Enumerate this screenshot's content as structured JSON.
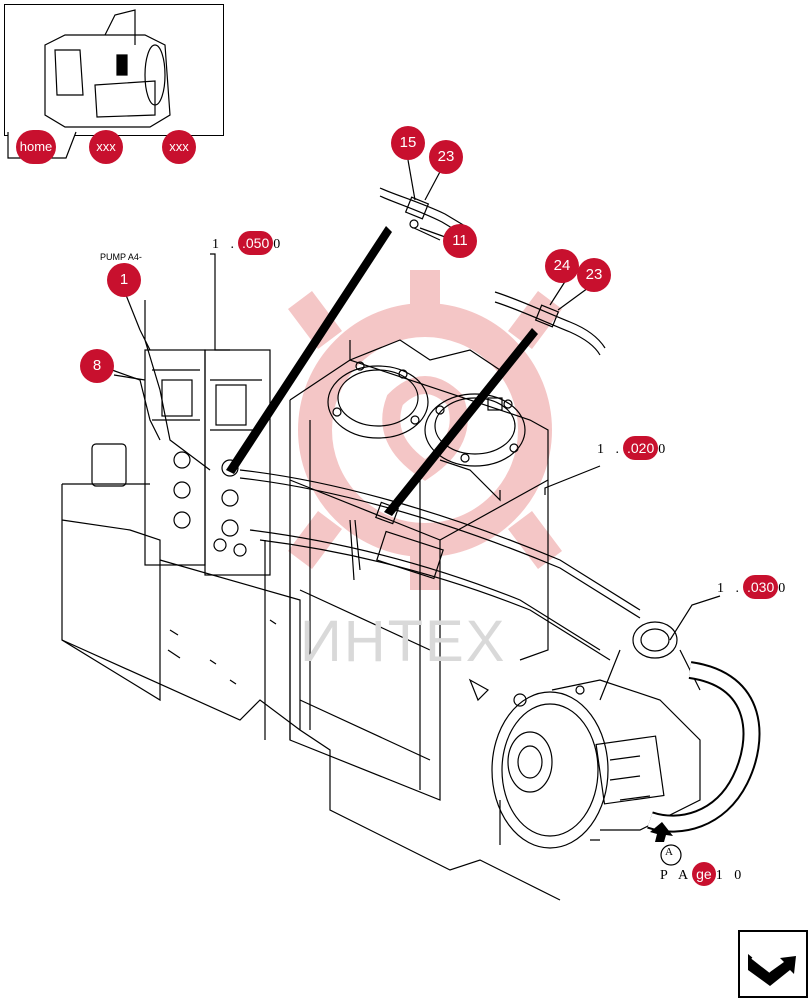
{
  "thumbnail_nav": {
    "home_label": "home",
    "nav1_label": "xxx",
    "nav2_label": "xxx"
  },
  "pump_label": "PUMP A4-",
  "callouts": {
    "c1": "1",
    "c8": "8",
    "c11": "11",
    "c15": "15",
    "c23a": "23",
    "c24": "24",
    "c23b": "23"
  },
  "refs": {
    "r1_pre": "1 .",
    "r1_hot": ".050",
    "r1_post": "0",
    "r2_pre": "1 .",
    "r2_hot": ".020",
    "r2_post": "0",
    "r3_pre": "1 .",
    "r3_hot": ".030",
    "r3_post": "0",
    "view_marker": "A",
    "page_pre": "P A",
    "page_hot": "ge",
    "page_post": "1 0"
  },
  "watermark_text": "ИНТЕХ",
  "icons": {
    "next": "next-page-arrow-icon",
    "logo": "gear-logo-watermark-icon"
  },
  "colors": {
    "callout": "#c8102e",
    "line": "#000000",
    "watermark": "#f2b8b8"
  }
}
